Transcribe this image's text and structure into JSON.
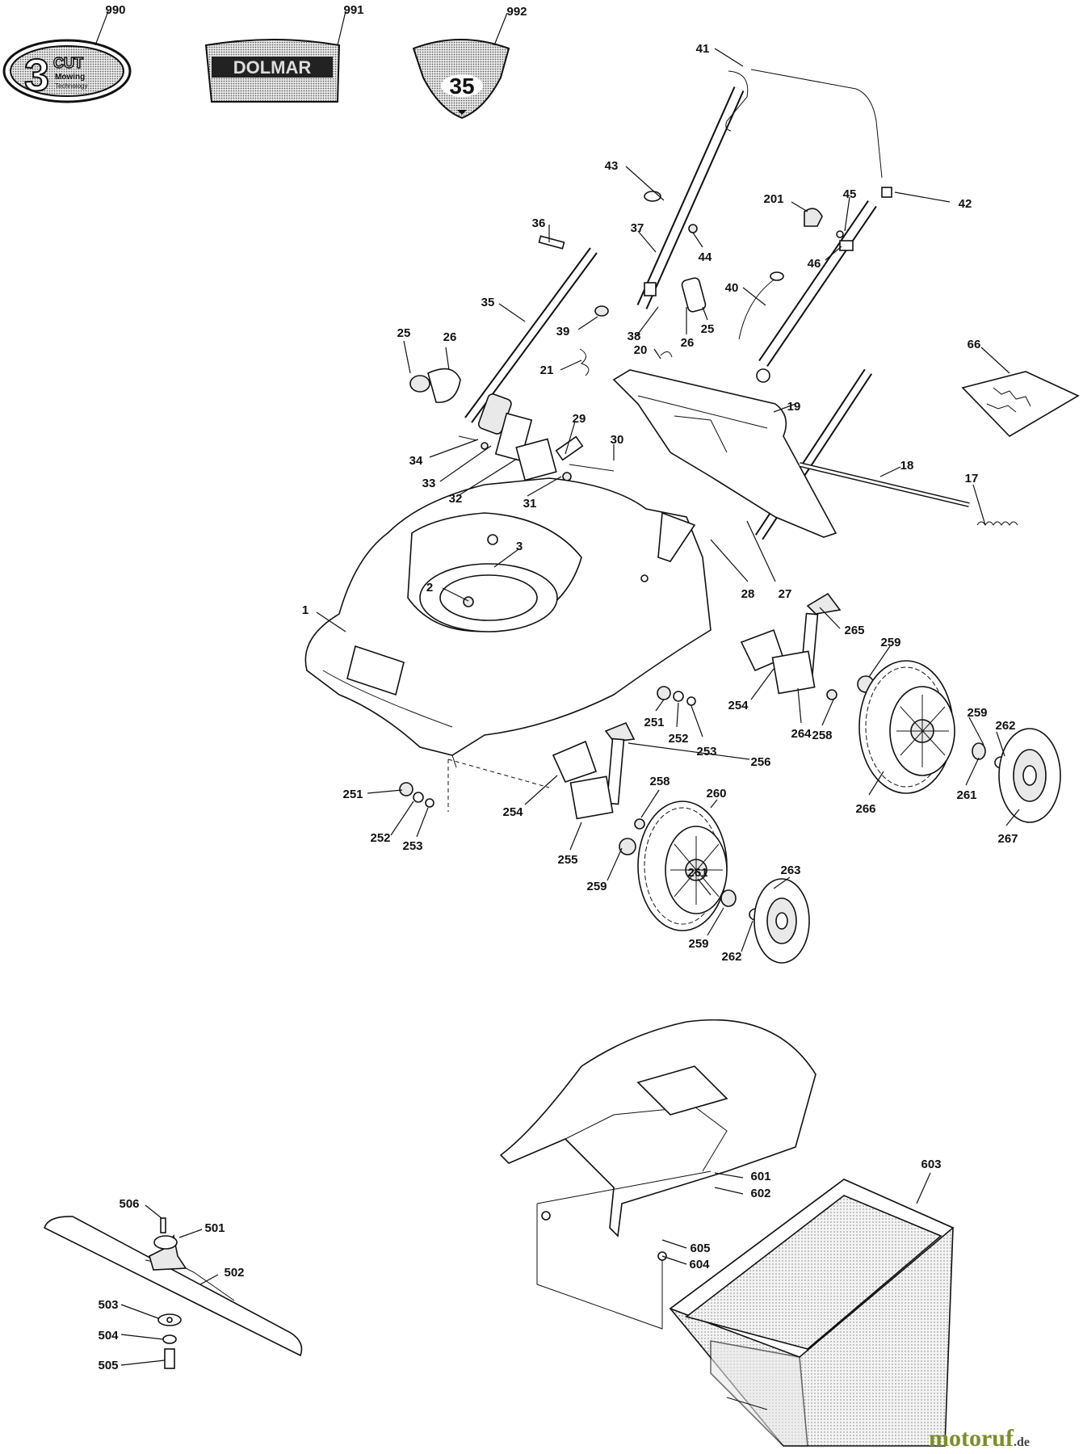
{
  "logos": {
    "three_cut": {
      "big": "3",
      "cut": "CUT",
      "line1": "Mowing",
      "line2": "Technology"
    },
    "brand": "DOLMAR",
    "model_badge": "35"
  },
  "watermark": {
    "main": "motoruf",
    "suffix": ".de"
  },
  "part_numbers": [
    "990",
    "991",
    "992",
    "41",
    "43",
    "42",
    "201",
    "45",
    "46",
    "36",
    "37",
    "44",
    "40",
    "35",
    "39",
    "38",
    "26",
    "25",
    "66",
    "25",
    "26",
    "21",
    "20",
    "19",
    "18",
    "17",
    "29",
    "30",
    "34",
    "33",
    "32",
    "31",
    "3",
    "2",
    "28",
    "27",
    "1",
    "265",
    "259",
    "254",
    "264",
    "258",
    "266",
    "259",
    "262",
    "261",
    "267",
    "251",
    "252",
    "253",
    "256",
    "258",
    "260",
    "251",
    "252",
    "253",
    "254",
    "255",
    "259",
    "261",
    "263",
    "259",
    "262",
    "601",
    "603",
    "602",
    "605",
    "604",
    "506",
    "501",
    "502",
    "503",
    "504",
    "505"
  ]
}
